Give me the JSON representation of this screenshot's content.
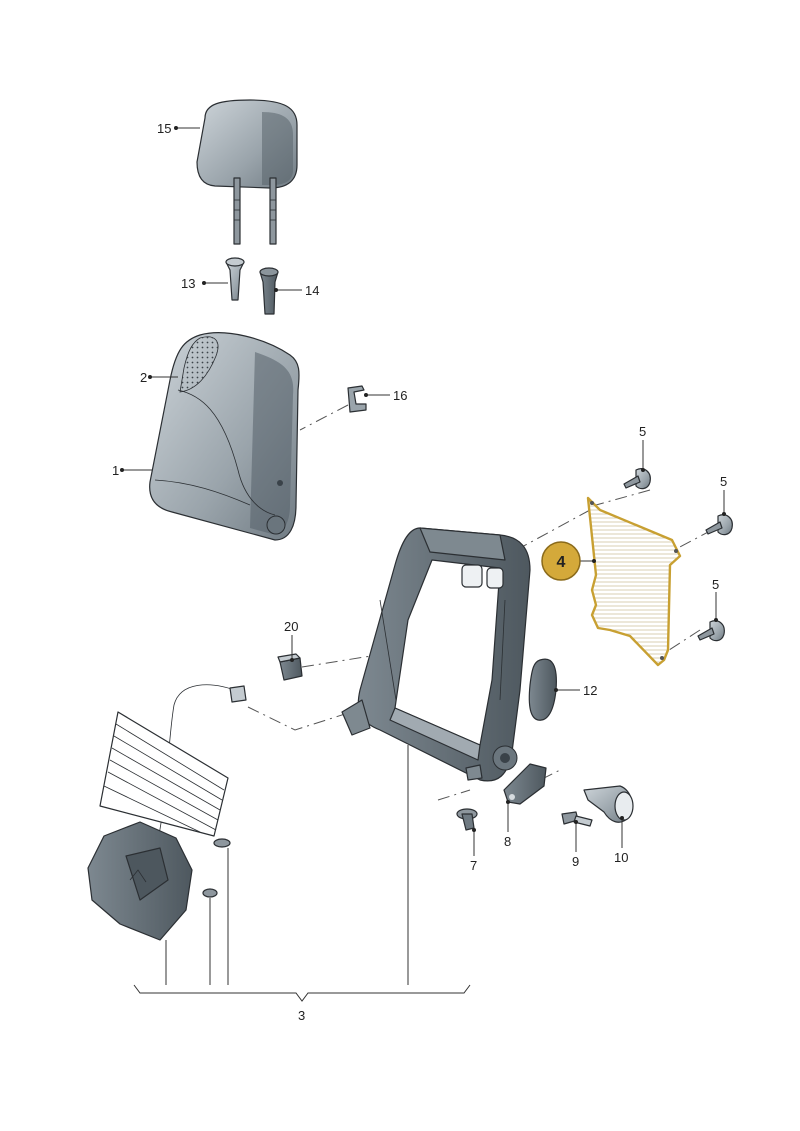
{
  "callouts": {
    "c15": "15",
    "c13": "13",
    "c14": "14",
    "c2": "2",
    "c16": "16",
    "c1": "1",
    "c5a": "5",
    "c5b": "5",
    "c5c": "5",
    "c4": "4",
    "c20": "20",
    "c12": "12",
    "c7": "7",
    "c8": "8",
    "c9": "9",
    "c10": "10",
    "c3": "3"
  },
  "highlight": {
    "part": "4",
    "color": "#c8a032",
    "badge_fill": "#d4a93a"
  },
  "colors": {
    "part_fill": "#aeb6bc",
    "part_dark": "#6f7a82",
    "part_light": "#c9d0d5"
  }
}
